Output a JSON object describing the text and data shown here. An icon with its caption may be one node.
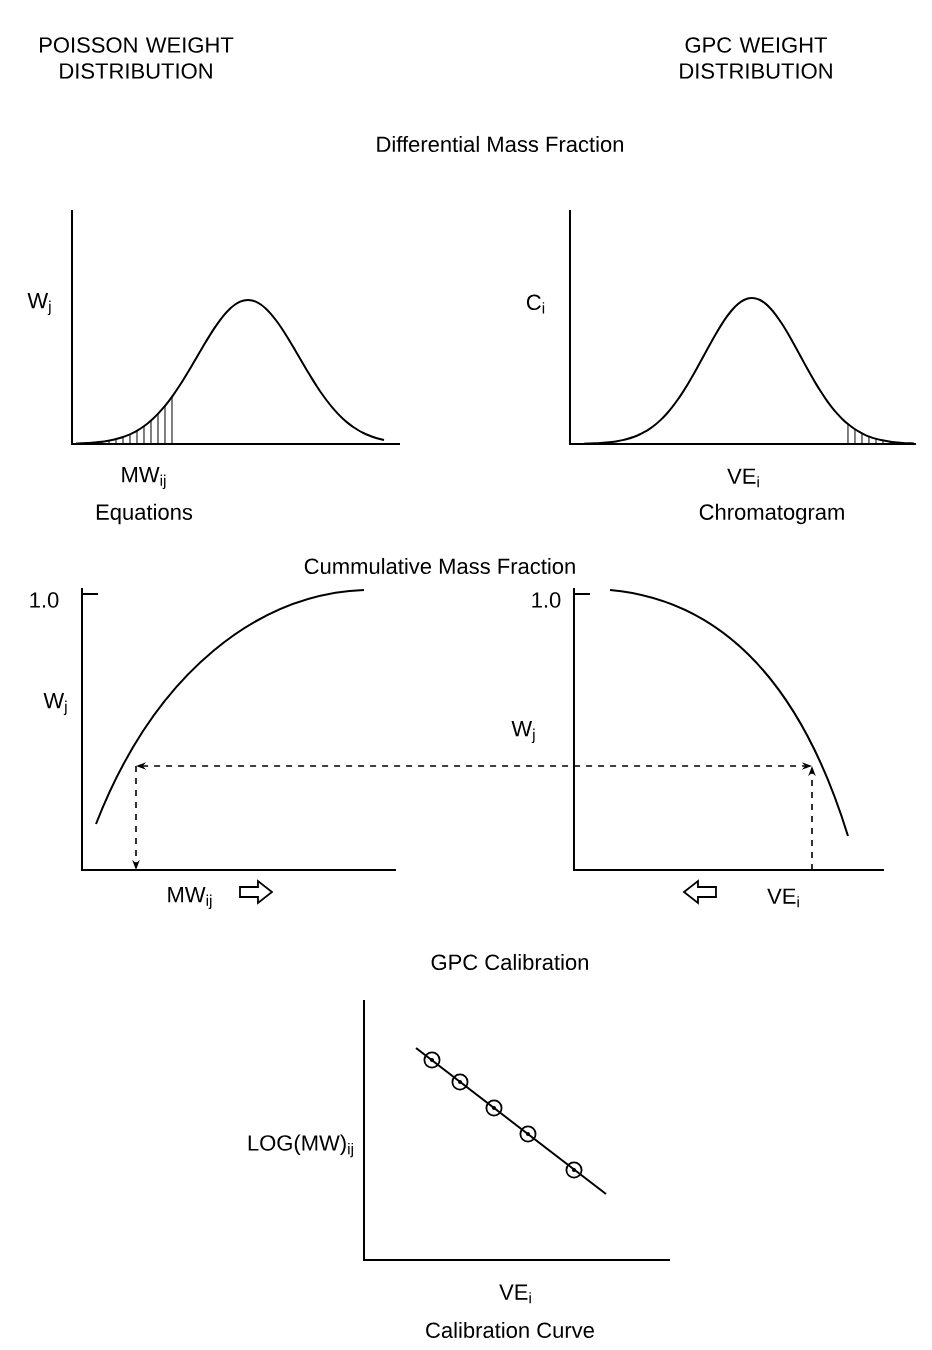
{
  "diagram": {
    "labels": [
      "POISSON WEIGHT DISTRIBUTION",
      "GPC WEIGHT DISTRIBUTION",
      "Differential Mass Fraction",
      "W$_{j}$",
      "C$_{i}$",
      "MW$_{ij}$",
      "VE$_{i}$",
      "Equations",
      "Chromatogram",
      "Cummulative Mass Fraction",
      "1.0",
      "1.0",
      "W$_{j}$",
      "W$_{j}$",
      "MW$_{ij}$",
      "VE$_{i}$",
      "GPC Calibration",
      "LOG(MW)$_{ij}$",
      "VE$_{i}$",
      "Calibration Curve"
    ]
  }
}
